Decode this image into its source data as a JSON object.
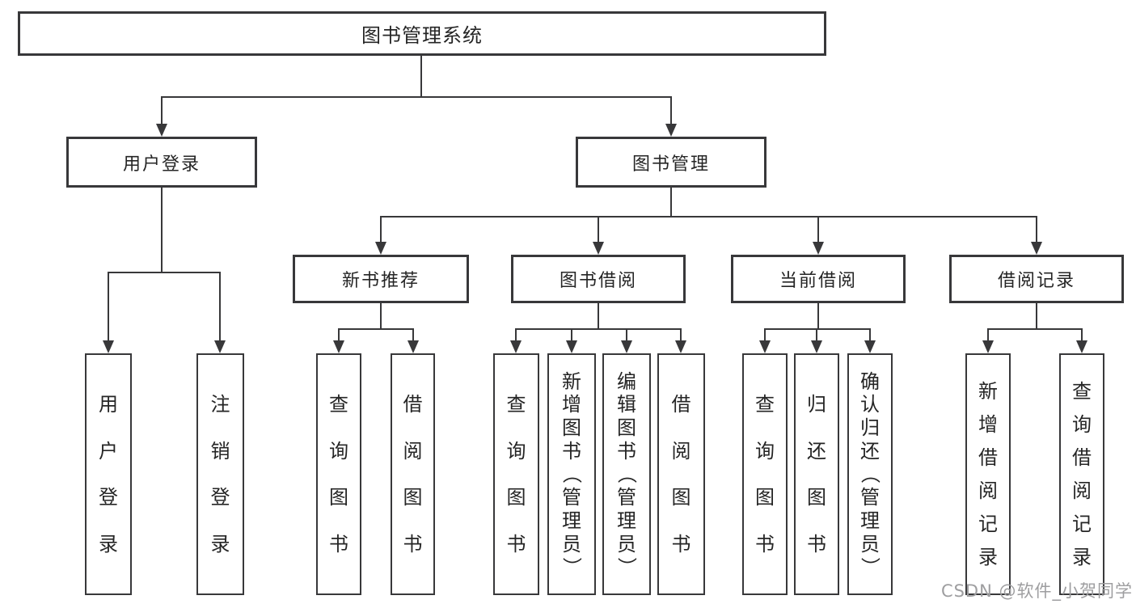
{
  "tree": {
    "label": "图书管理系统",
    "children": [
      {
        "label": "用户登录",
        "children": [
          {
            "label": "用户登录"
          },
          {
            "label": "注销登录"
          }
        ]
      },
      {
        "label": "图书管理",
        "children": [
          {
            "label": "新书推荐",
            "children": [
              {
                "label": "查询图书"
              },
              {
                "label": "借阅图书"
              }
            ]
          },
          {
            "label": "图书借阅",
            "children": [
              {
                "label": "查询图书"
              },
              {
                "label": "新增图书（管理员）"
              },
              {
                "label": "编辑图书（管理员）"
              },
              {
                "label": "借阅图书"
              }
            ]
          },
          {
            "label": "当前借阅",
            "children": [
              {
                "label": "查询图书"
              },
              {
                "label": "归还图书"
              },
              {
                "label": "确认归还（管理员）"
              }
            ]
          },
          {
            "label": "借阅记录",
            "children": [
              {
                "label": "新增借阅记录"
              },
              {
                "label": "查询借阅记录"
              }
            ]
          }
        ]
      }
    ]
  },
  "watermark": "CSDN @软件_小贺同学",
  "colors": {
    "line": "#38383a",
    "text": "#252525",
    "watermark": "#9e9ea0",
    "background": "#ffffff"
  }
}
